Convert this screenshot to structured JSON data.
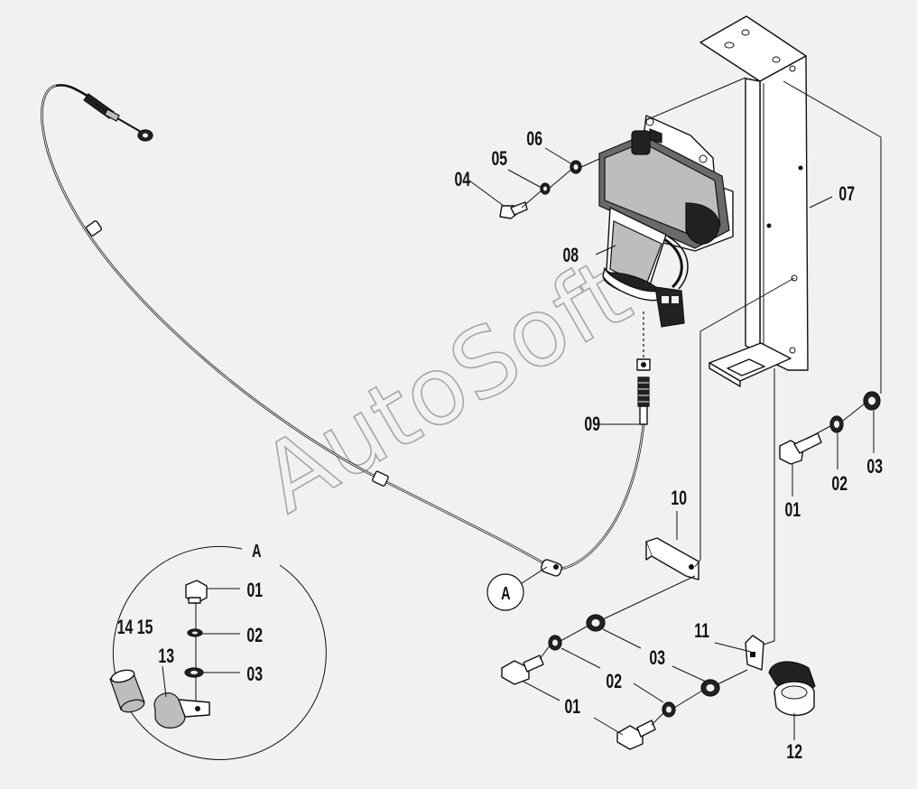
{
  "watermark": "AutoSoft",
  "detail": {
    "title": "A",
    "callout_letter": "A",
    "labels": {
      "bolt": "01",
      "lock_washer": "02",
      "washer": "03",
      "sleeve": "14 15",
      "clamp": "13"
    }
  },
  "labels": {
    "bolt_right": "01",
    "lock_washer_right": "02",
    "washer_right": "03",
    "bolt_small": "04",
    "lock_washer_small": "05",
    "washer_small": "06",
    "bracket": "07",
    "actuator": "08",
    "cable": "09",
    "clip_10": "10",
    "clip_11": "11",
    "hose_clamp": "12",
    "washer_bottom": "03",
    "lock_washer_bottom": "02",
    "bolt_bottom": "01"
  }
}
